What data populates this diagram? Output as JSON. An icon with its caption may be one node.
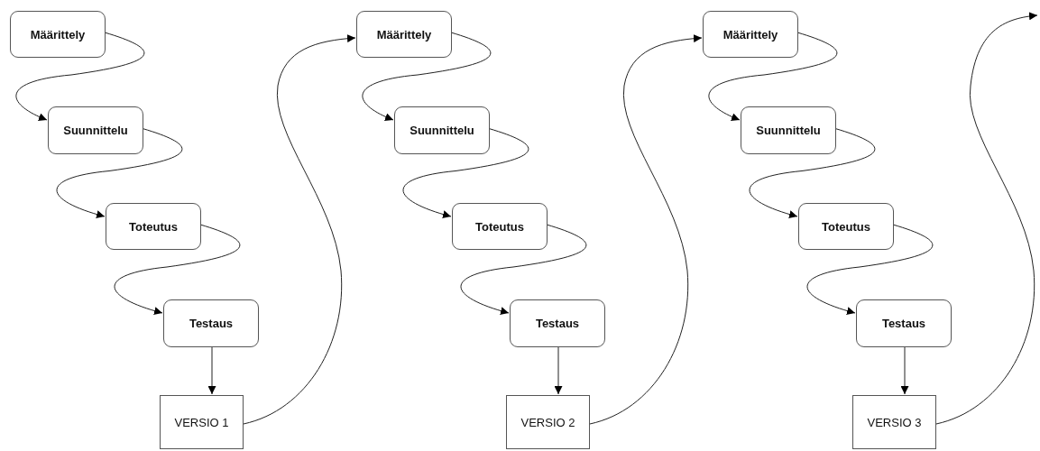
{
  "diagram": {
    "nodes": [
      {
        "text": [
          "Määrittely"
        ]
      },
      {
        "text": [
          "Suunnittelu"
        ]
      },
      {
        "text": [
          "Toteutus"
        ]
      },
      {
        "text": [
          "Testaus"
        ]
      },
      {
        "text": [
          "VERSIO 1"
        ]
      },
      {
        "text": [
          "Määrittely"
        ]
      },
      {
        "text": [
          "Suunnittelu"
        ]
      },
      {
        "text": [
          "Toteutus"
        ]
      },
      {
        "text": [
          "Testaus"
        ]
      },
      {
        "text": [
          "VERSIO 2"
        ]
      },
      {
        "text": [
          "Määrittely"
        ]
      },
      {
        "text": [
          "Suunnittelu"
        ]
      },
      {
        "text": [
          "Toteutus"
        ]
      },
      {
        "text": [
          "Testaus"
        ]
      },
      {
        "text": [
          "VERSIO 3"
        ]
      }
    ],
    "edges": [
      {
        "from": 0,
        "to": 1,
        "arrow": "to"
      },
      {
        "from": 1,
        "to": 2,
        "arrow": "to"
      },
      {
        "from": 2,
        "to": 3,
        "arrow": "to"
      },
      {
        "from": 3,
        "to": 4,
        "arrow": "to"
      },
      {
        "from": 4,
        "to": 5,
        "arrow": "to"
      },
      {
        "from": 5,
        "to": 6,
        "arrow": "to"
      },
      {
        "from": 6,
        "to": 7,
        "arrow": "to"
      },
      {
        "from": 7,
        "to": 8,
        "arrow": "to"
      },
      {
        "from": 8,
        "to": 9,
        "arrow": "to"
      },
      {
        "from": 9,
        "to": 10,
        "arrow": "to"
      },
      {
        "from": 10,
        "to": 11,
        "arrow": "to"
      },
      {
        "from": 11,
        "to": 12,
        "arrow": "to"
      },
      {
        "from": 12,
        "to": 13,
        "arrow": "to"
      },
      {
        "from": 13,
        "to": 14,
        "arrow": "to"
      },
      {
        "from": 14,
        "to": null,
        "arrow": "to"
      }
    ]
  }
}
